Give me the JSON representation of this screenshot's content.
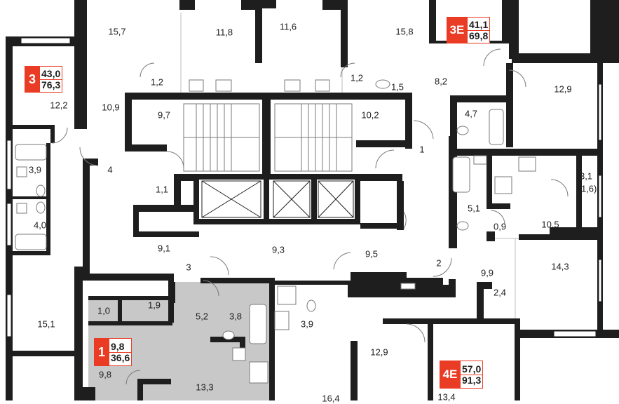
{
  "colors": {
    "wall": "#1e1e1e",
    "accent": "#ea3b24",
    "highlight_fill": "#c8c8c8",
    "fixture": "#7a7a7a"
  },
  "rooms": [
    {
      "id": "r1",
      "text": "15,7"
    },
    {
      "id": "r2",
      "text": "11,8"
    },
    {
      "id": "r3",
      "text": "11,6"
    },
    {
      "id": "r4",
      "text": "15,8"
    },
    {
      "id": "r5",
      "text": "1,2"
    },
    {
      "id": "r6",
      "text": "1,2"
    },
    {
      "id": "r7",
      "text": "1,5"
    },
    {
      "id": "r8",
      "text": "8,2"
    },
    {
      "id": "r9",
      "text": "12,9"
    },
    {
      "id": "r10",
      "text": "10,9"
    },
    {
      "id": "r11",
      "text": "9,7"
    },
    {
      "id": "r12",
      "text": "10,2"
    },
    {
      "id": "r13",
      "text": "12,2"
    },
    {
      "id": "r14",
      "text": "4,7"
    },
    {
      "id": "r15",
      "text": "1"
    },
    {
      "id": "r16",
      "text": "4"
    },
    {
      "id": "r17",
      "text": "3,9"
    },
    {
      "id": "r18",
      "text": "1,1"
    },
    {
      "id": "r19",
      "text": "3,1"
    },
    {
      "id": "r20",
      "text": "(1,6)"
    },
    {
      "id": "r21",
      "text": "4,0"
    },
    {
      "id": "r22",
      "text": "5,1"
    },
    {
      "id": "r23",
      "text": "0,9"
    },
    {
      "id": "r24",
      "text": "10,5"
    },
    {
      "id": "r25",
      "text": "9,1"
    },
    {
      "id": "r26",
      "text": "9,3"
    },
    {
      "id": "r27",
      "text": "9,5"
    },
    {
      "id": "r28",
      "text": "3"
    },
    {
      "id": "r29",
      "text": "2"
    },
    {
      "id": "r30",
      "text": "14,3"
    },
    {
      "id": "r31",
      "text": "9,9"
    },
    {
      "id": "r32",
      "text": "2,4"
    },
    {
      "id": "r33",
      "text": "1,0"
    },
    {
      "id": "r34",
      "text": "1,9"
    },
    {
      "id": "r35",
      "text": "5,2"
    },
    {
      "id": "r36",
      "text": "3,8"
    },
    {
      "id": "r37",
      "text": "15,1"
    },
    {
      "id": "r38",
      "text": "3,9"
    },
    {
      "id": "r39",
      "text": "12,9"
    },
    {
      "id": "r40",
      "text": "9,8"
    },
    {
      "id": "r41",
      "text": "13,3"
    },
    {
      "id": "r42",
      "text": "16,4"
    },
    {
      "id": "r43",
      "text": "13,4"
    }
  ],
  "badges": [
    {
      "id": "b3e",
      "number": "3E",
      "living": "41,1",
      "total": "69,8"
    },
    {
      "id": "b3",
      "number": "3",
      "living": "43,0",
      "total": "76,3"
    },
    {
      "id": "b1",
      "number": "1",
      "living": "9,8",
      "total": "36,6"
    },
    {
      "id": "b4e",
      "number": "4E",
      "living": "57,0",
      "total": "91,3"
    }
  ]
}
